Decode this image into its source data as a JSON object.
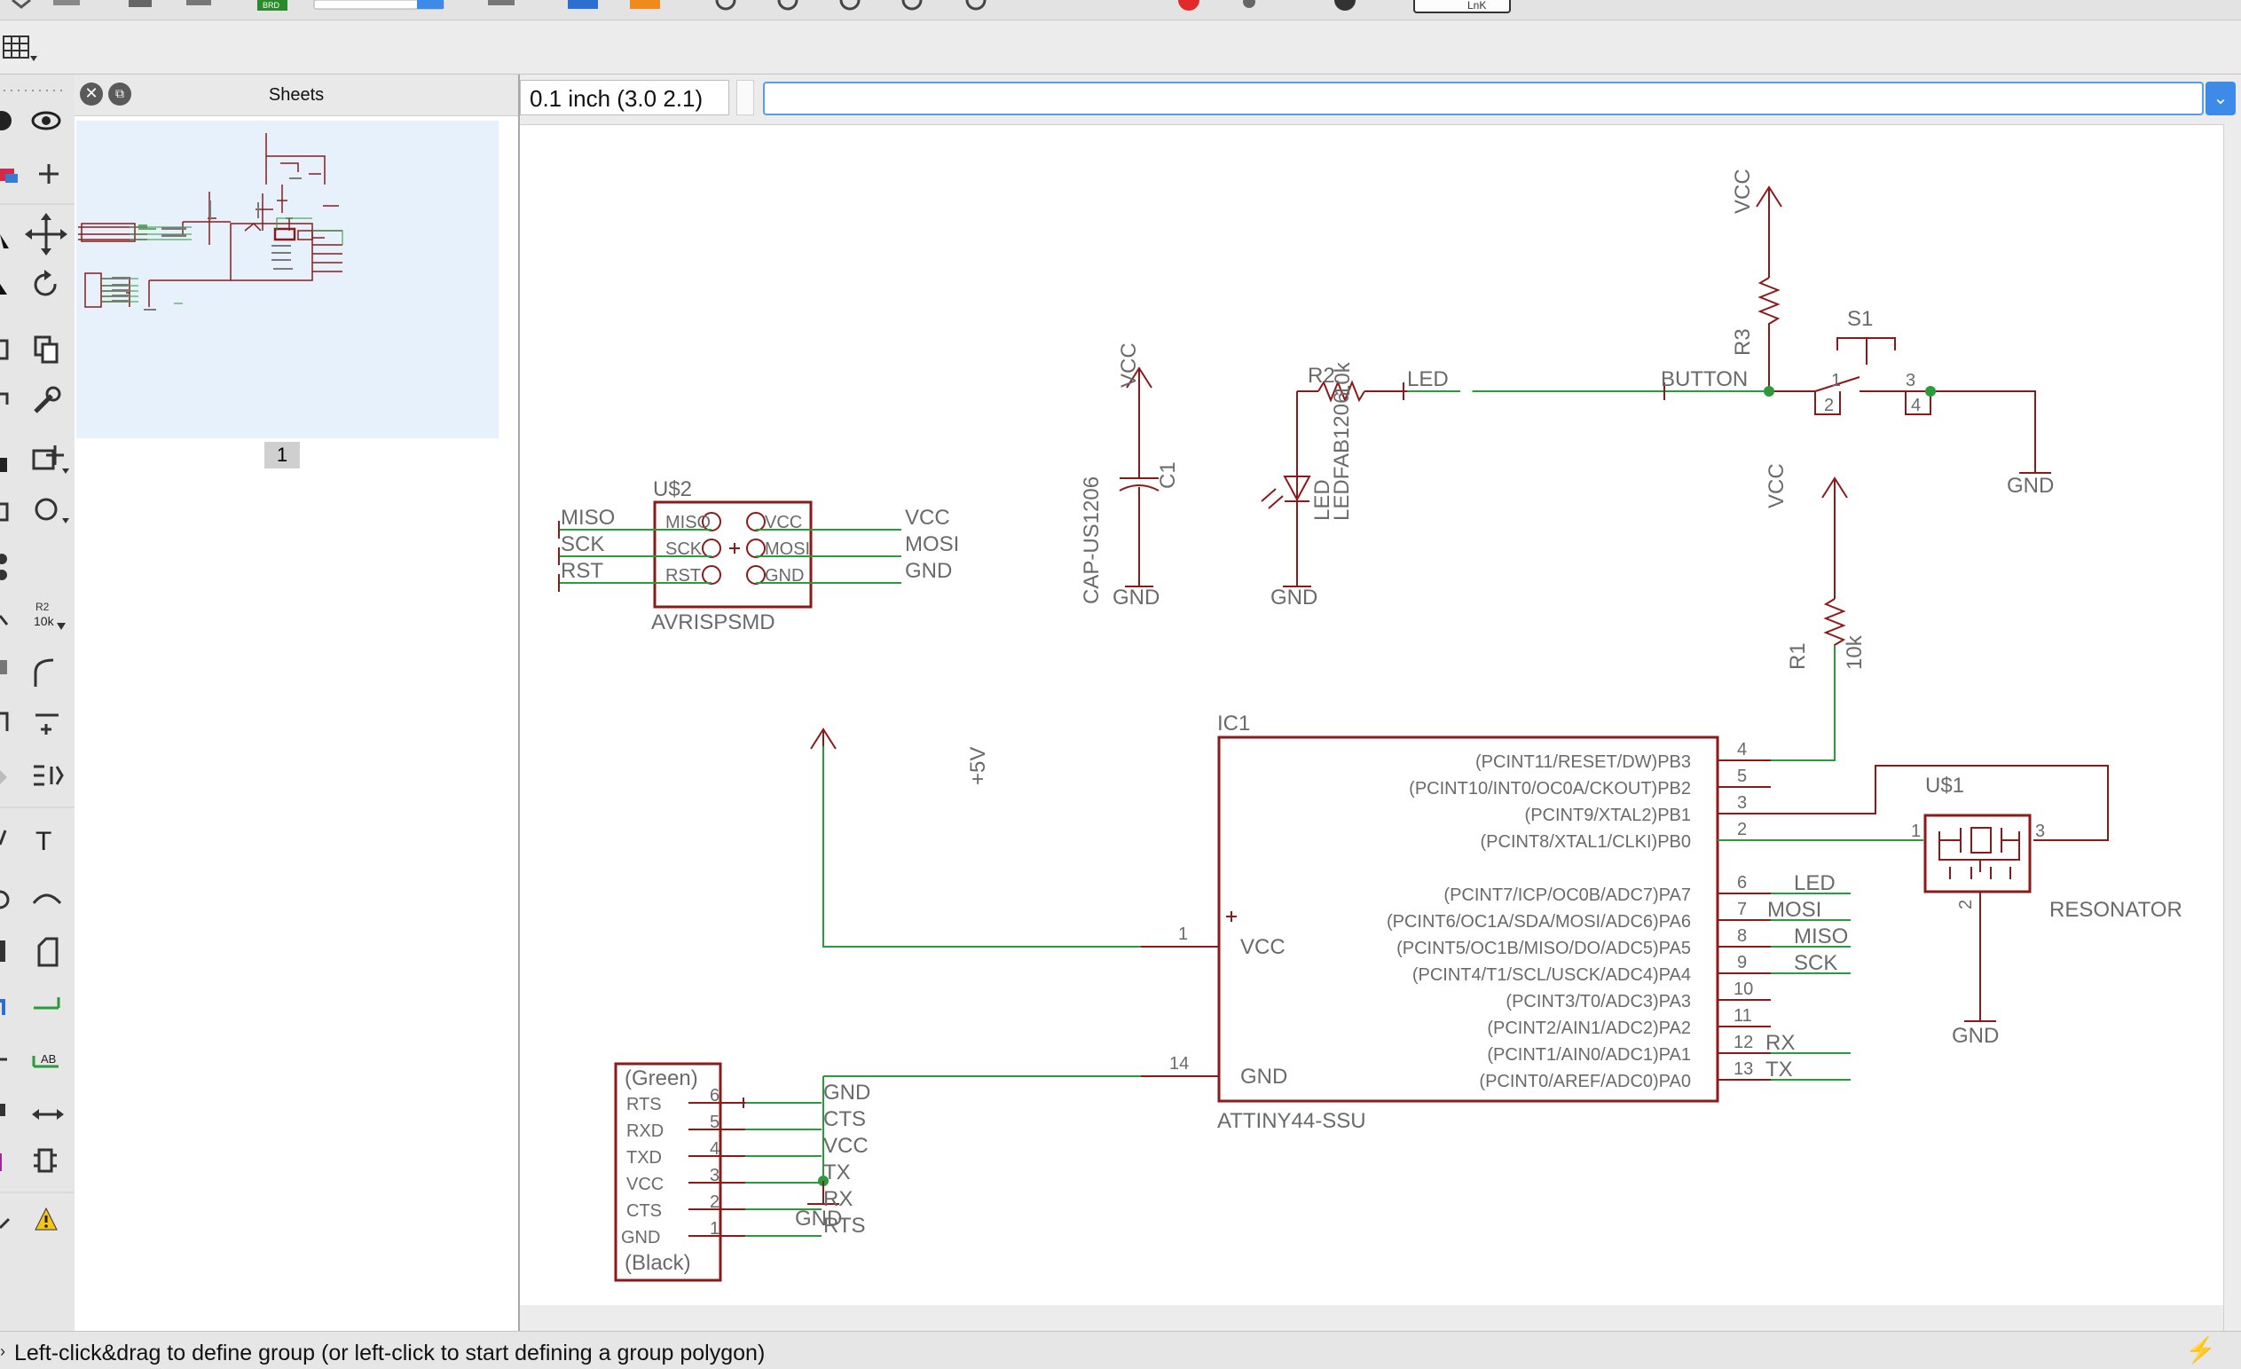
{
  "toolbar_top": {
    "tool_badge": "BRD",
    "link_button": "LnK"
  },
  "toolbar_second": {
    "grid_icon": "grid-icon"
  },
  "sheets": {
    "title": "Sheets",
    "sheet_number": "1"
  },
  "command_bar": {
    "coordinates": "0.1 inch (3.0 2.1)",
    "command_value": ""
  },
  "left_tools": {
    "value_tool_label": "R2",
    "value_tool_value": "10k",
    "text_tool": "T",
    "label_tool": "AB"
  },
  "schematic": {
    "programmer": {
      "name": "U$2",
      "value": "AVRISPSMD",
      "pins_left": [
        "MISO",
        "SCK",
        "RST"
      ],
      "pins_right": [
        "VCC",
        "MOSI",
        "GND"
      ],
      "nets_left": [
        "MISO",
        "SCK",
        "RST"
      ],
      "nets_right": [
        "VCC",
        "MOSI",
        "GND"
      ]
    },
    "capacitor": {
      "name": "C1",
      "value": "CAP-US1206",
      "top_supply": "VCC",
      "bottom_supply": "GND"
    },
    "led": {
      "resistor_name": "R2",
      "resistor_value": "10k",
      "net": "LED",
      "name": "LED",
      "value": "LEDFAB1206",
      "ground": "GND"
    },
    "button": {
      "resistor_name": "R3",
      "top_supply": "VCC",
      "switch_name": "S1",
      "net": "BUTTON",
      "pins": [
        "1",
        "2",
        "3",
        "4"
      ],
      "ground": "GND"
    },
    "pullup": {
      "resistor_name": "R1",
      "resistor_value": "10k",
      "supply": "VCC"
    },
    "mcu": {
      "name": "IC1",
      "value": "ATTINY44-SSU",
      "supply_label": "+5V",
      "ground": "GND",
      "vcc_pin_label": "VCC",
      "vcc_pin_number": "1",
      "gnd_pin_label": "GND",
      "gnd_pin_number": "14",
      "pins": [
        {
          "number": "4",
          "label": "(PCINT11/RESET/DW)PB3",
          "net": ""
        },
        {
          "number": "5",
          "label": "(PCINT10/INT0/OC0A/CKOUT)PB2",
          "net": ""
        },
        {
          "number": "3",
          "label": "(PCINT9/XTAL2)PB1",
          "net": ""
        },
        {
          "number": "2",
          "label": "(PCINT8/XTAL1/CLKI)PB0",
          "net": ""
        },
        {
          "number": "6",
          "label": "(PCINT7/ICP/OC0B/ADC7)PA7",
          "net": "LED"
        },
        {
          "number": "7",
          "label": "(PCINT6/OC1A/SDA/MOSI/ADC6)PA6",
          "net": "MOSI"
        },
        {
          "number": "8",
          "label": "(PCINT5/OC1B/MISO/DO/ADC5)PA5",
          "net": "MISO"
        },
        {
          "number": "9",
          "label": "(PCINT4/T1/SCL/USCK/ADC4)PA4",
          "net": "SCK"
        },
        {
          "number": "10",
          "label": "(PCINT3/T0/ADC3)PA3",
          "net": ""
        },
        {
          "number": "11",
          "label": "(PCINT2/AIN1/ADC2)PA2",
          "net": ""
        },
        {
          "number": "12",
          "label": "(PCINT1/AIN0/ADC1)PA1",
          "net": "RX"
        },
        {
          "number": "13",
          "label": "(PCINT0/AREF/ADC0)PA0",
          "net": "TX"
        }
      ]
    },
    "resonator": {
      "name": "U$1",
      "value": "RESONATOR",
      "pins": [
        "1",
        "2",
        "3"
      ],
      "ground": "GND"
    },
    "ftdi": {
      "top_label": "(Green)",
      "bottom_label": "(Black)",
      "pins": [
        {
          "label": "RTS",
          "number": "6",
          "net": "GND"
        },
        {
          "label": "RXD",
          "number": "5",
          "net": "CTS"
        },
        {
          "label": "TXD",
          "number": "4",
          "net": "VCC"
        },
        {
          "label": "VCC",
          "number": "3",
          "net": "TX"
        },
        {
          "label": "CTS",
          "number": "2",
          "net": "RX"
        },
        {
          "label": "GND",
          "number": "1",
          "net": "RTS"
        }
      ]
    }
  },
  "status": {
    "message": "Left-click&drag to define group (or left-click to start defining a group polygon)"
  }
}
